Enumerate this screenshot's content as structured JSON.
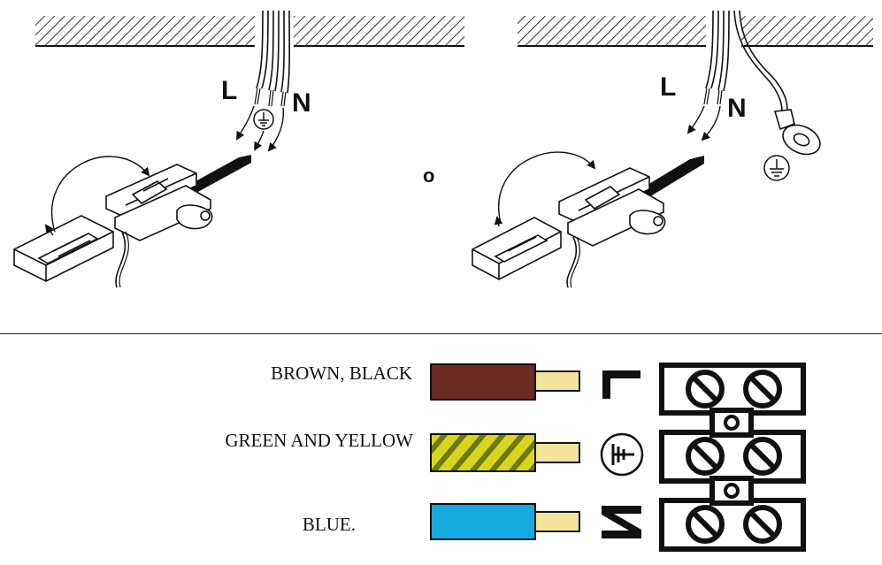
{
  "top": {
    "left_scene": {
      "label_l": "L",
      "label_n": "N"
    },
    "separator_word": "o",
    "right_scene": {
      "label_l": "L",
      "label_n": "N"
    }
  },
  "wires": [
    {
      "name": "BROWN, BLACK",
      "color": "#6b2a22",
      "terminal": "L",
      "symbol": "phase-L-icon"
    },
    {
      "name": "GREEN AND YELLOW",
      "color": "#d9d51c",
      "stripe": "#6a7a10",
      "terminal": "earth",
      "symbol": "earth-icon"
    },
    {
      "name": "BLUE.",
      "color": "#15a9e0",
      "terminal": "N",
      "symbol": "neutral-N-icon"
    }
  ],
  "colors": {
    "stripped_wire": "#f1e49a",
    "outline": "#111111"
  }
}
